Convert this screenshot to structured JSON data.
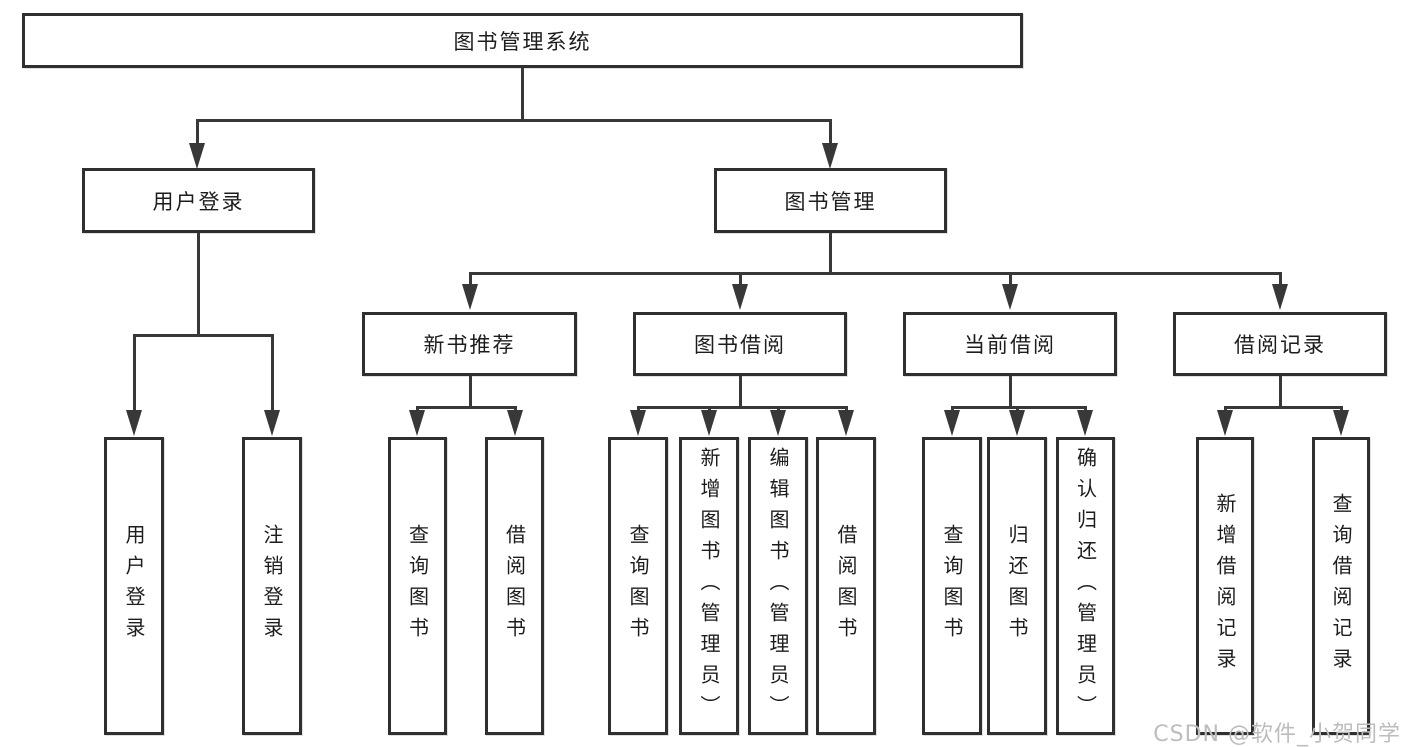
{
  "tree": {
    "root": {
      "label": "图书管理系统"
    },
    "branches": [
      {
        "label": "用户登录",
        "children": [
          {
            "label": "用户登录"
          },
          {
            "label": "注销登录"
          }
        ]
      },
      {
        "label": "图书管理",
        "children": [
          {
            "label": "新书推荐",
            "children": [
              {
                "label": "查询图书"
              },
              {
                "label": "借阅图书"
              }
            ]
          },
          {
            "label": "图书借阅",
            "children": [
              {
                "label": "查询图书"
              },
              {
                "label": "新增图书（管理员）"
              },
              {
                "label": "编辑图书（管理员）"
              },
              {
                "label": "借阅图书"
              }
            ]
          },
          {
            "label": "当前借阅",
            "children": [
              {
                "label": "查询图书"
              },
              {
                "label": "归还图书"
              },
              {
                "label": "确认归还（管理员）"
              }
            ]
          },
          {
            "label": "借阅记录",
            "children": [
              {
                "label": "新增借阅记录"
              },
              {
                "label": "查询借阅记录"
              }
            ]
          }
        ]
      }
    ]
  },
  "watermark": {
    "text": "CSDN @软件_小贺同学"
  },
  "colors": {
    "line": "#383838",
    "box_border": "#2f2f2f",
    "box_fill": "#ffffff",
    "text": "#1d1d1d",
    "watermark": "#bdbdbd",
    "background": "#ffffff"
  }
}
